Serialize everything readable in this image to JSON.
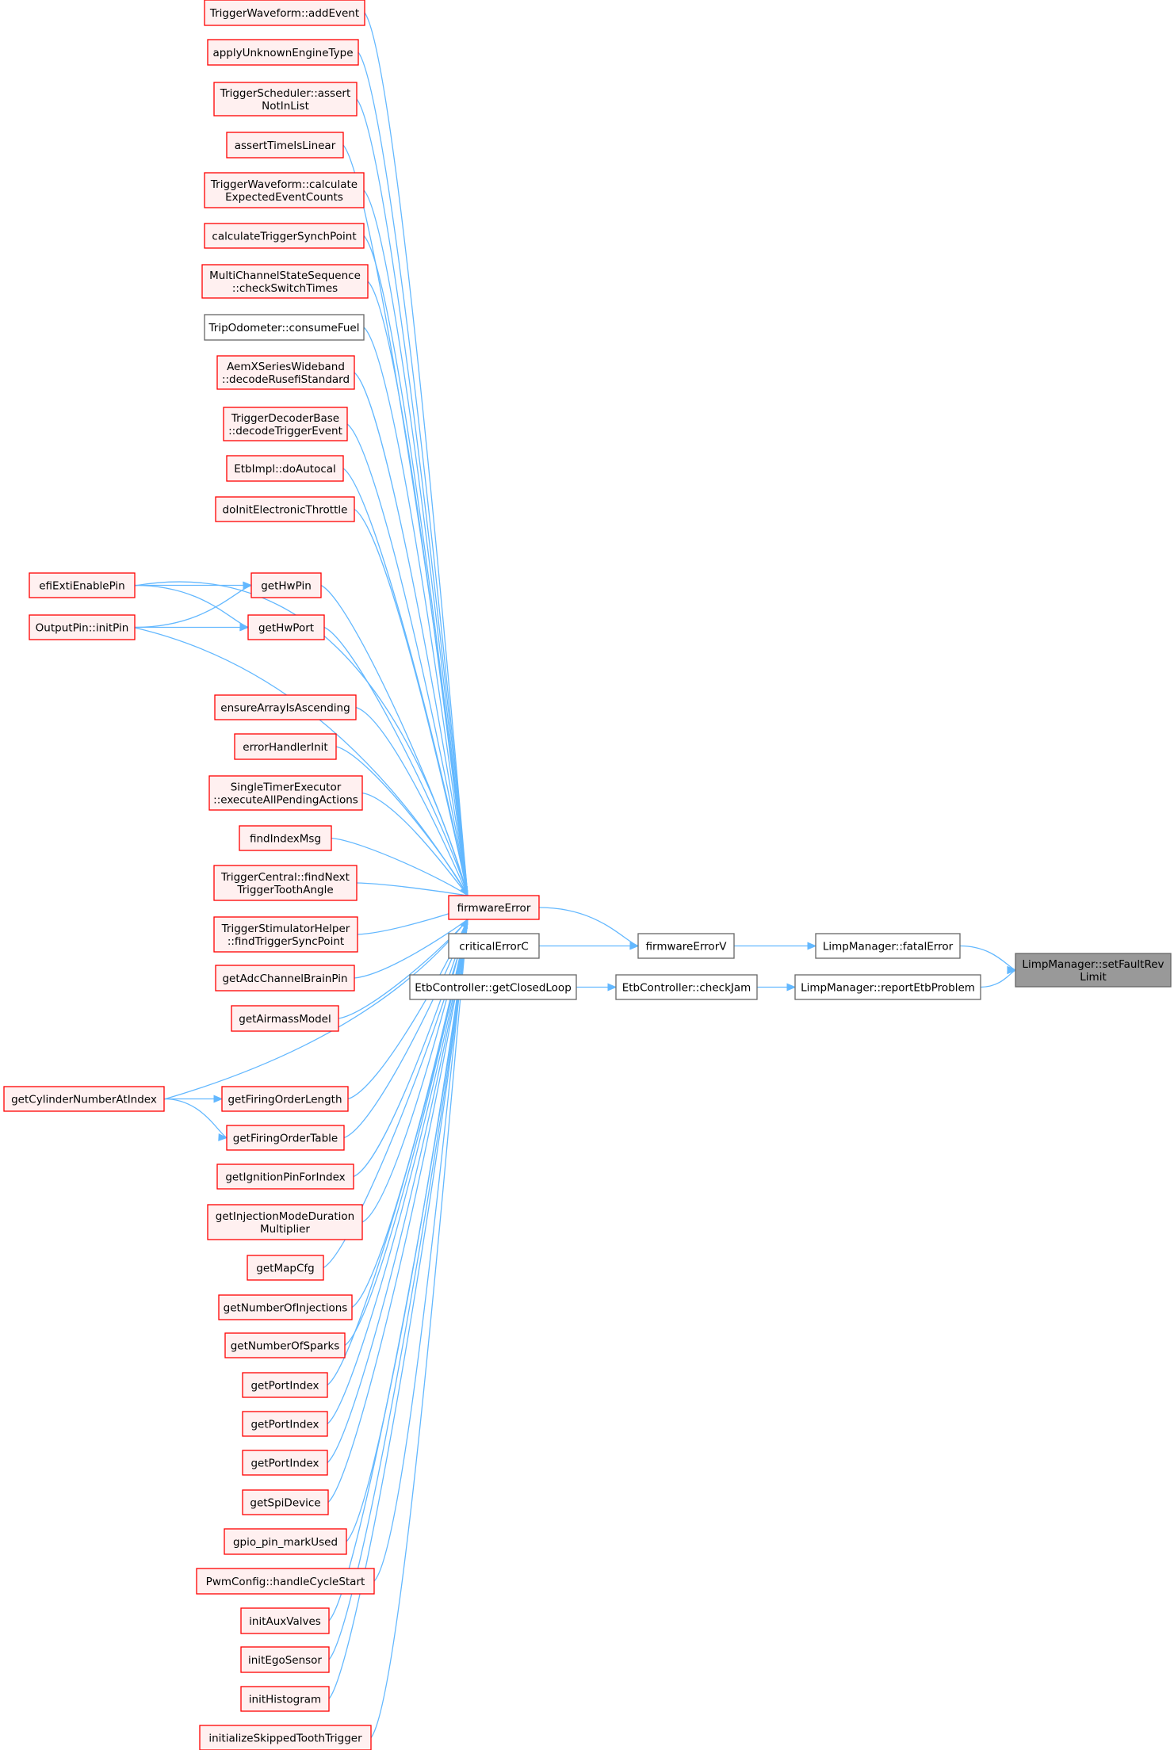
{
  "colors": {
    "edge": "#63b8ff",
    "red_fill": "#fff0f0",
    "red_border": "#ff0000",
    "gray_fill": "#ffffff",
    "gray_border": "#666666",
    "root_fill": "#999999",
    "root_border": "#666666"
  },
  "nodes": [
    {
      "id": "addEvent",
      "lines": [
        "TriggerWaveform::addEvent"
      ],
      "style": "red"
    },
    {
      "id": "applyUnknownEngineType",
      "lines": [
        "applyUnknownEngineType"
      ],
      "style": "red"
    },
    {
      "id": "assertNotInList",
      "lines": [
        "TriggerScheduler::assert",
        "NotInList"
      ],
      "style": "red"
    },
    {
      "id": "assertTimeIsLinear",
      "lines": [
        "assertTimeIsLinear"
      ],
      "style": "red"
    },
    {
      "id": "calculateExpectedEventCounts",
      "lines": [
        "TriggerWaveform::calculate",
        "ExpectedEventCounts"
      ],
      "style": "red"
    },
    {
      "id": "calculateTriggerSynchPoint",
      "lines": [
        "calculateTriggerSynchPoint"
      ],
      "style": "red"
    },
    {
      "id": "checkSwitchTimes",
      "lines": [
        "MultiChannelStateSequence",
        "::checkSwitchTimes"
      ],
      "style": "red"
    },
    {
      "id": "consumeFuel",
      "lines": [
        "TripOdometer::consumeFuel"
      ],
      "style": "gray"
    },
    {
      "id": "decodeRusefiStandard",
      "lines": [
        "AemXSeriesWideband",
        "::decodeRusefiStandard"
      ],
      "style": "red"
    },
    {
      "id": "decodeTriggerEvent",
      "lines": [
        "TriggerDecoderBase",
        "::decodeTriggerEvent"
      ],
      "style": "red"
    },
    {
      "id": "doAutocal",
      "lines": [
        "EtbImpl::doAutocal"
      ],
      "style": "red"
    },
    {
      "id": "doInitElectronicThrottle",
      "lines": [
        "doInitElectronicThrottle"
      ],
      "style": "red"
    },
    {
      "id": "efiExtiEnablePin",
      "lines": [
        "efiExtiEnablePin"
      ],
      "style": "red"
    },
    {
      "id": "getHwPin",
      "lines": [
        "getHwPin"
      ],
      "style": "red"
    },
    {
      "id": "initPin",
      "lines": [
        "OutputPin::initPin"
      ],
      "style": "red"
    },
    {
      "id": "getHwPort",
      "lines": [
        "getHwPort"
      ],
      "style": "red"
    },
    {
      "id": "ensureArrayIsAscending",
      "lines": [
        "ensureArrayIsAscending"
      ],
      "style": "red"
    },
    {
      "id": "errorHandlerInit",
      "lines": [
        "errorHandlerInit"
      ],
      "style": "red"
    },
    {
      "id": "executeAllPendingActions",
      "lines": [
        "SingleTimerExecutor",
        "::executeAllPendingActions"
      ],
      "style": "red"
    },
    {
      "id": "findIndexMsg",
      "lines": [
        "findIndexMsg"
      ],
      "style": "red"
    },
    {
      "id": "findNextTriggerToothAngle",
      "lines": [
        "TriggerCentral::findNext",
        "TriggerToothAngle"
      ],
      "style": "red"
    },
    {
      "id": "findTriggerSyncPoint",
      "lines": [
        "TriggerStimulatorHelper",
        "::findTriggerSyncPoint"
      ],
      "style": "red"
    },
    {
      "id": "getAdcChannelBrainPin",
      "lines": [
        "getAdcChannelBrainPin"
      ],
      "style": "red"
    },
    {
      "id": "getAirmassModel",
      "lines": [
        "getAirmassModel"
      ],
      "style": "red"
    },
    {
      "id": "getCylinderNumberAtIndex",
      "lines": [
        "getCylinderNumberAtIndex"
      ],
      "style": "red"
    },
    {
      "id": "getFiringOrderLength",
      "lines": [
        "getFiringOrderLength"
      ],
      "style": "red"
    },
    {
      "id": "getFiringOrderTable",
      "lines": [
        "getFiringOrderTable"
      ],
      "style": "red"
    },
    {
      "id": "getIgnitionPinForIndex",
      "lines": [
        "getIgnitionPinForIndex"
      ],
      "style": "red"
    },
    {
      "id": "getInjectionModeDurationMultiplier",
      "lines": [
        "getInjectionModeDuration",
        "Multiplier"
      ],
      "style": "red"
    },
    {
      "id": "getMapCfg",
      "lines": [
        "getMapCfg"
      ],
      "style": "red"
    },
    {
      "id": "getNumberOfInjections",
      "lines": [
        "getNumberOfInjections"
      ],
      "style": "red"
    },
    {
      "id": "getNumberOfSparks",
      "lines": [
        "getNumberOfSparks"
      ],
      "style": "red"
    },
    {
      "id": "getPortIndex1",
      "lines": [
        "getPortIndex"
      ],
      "style": "red"
    },
    {
      "id": "getPortIndex2",
      "lines": [
        "getPortIndex"
      ],
      "style": "red"
    },
    {
      "id": "getPortIndex3",
      "lines": [
        "getPortIndex"
      ],
      "style": "red"
    },
    {
      "id": "getSpiDevice",
      "lines": [
        "getSpiDevice"
      ],
      "style": "red"
    },
    {
      "id": "gpioPinMarkUsed",
      "lines": [
        "gpio_pin_markUsed"
      ],
      "style": "red"
    },
    {
      "id": "handleCycleStart",
      "lines": [
        "PwmConfig::handleCycleStart"
      ],
      "style": "red"
    },
    {
      "id": "initAuxValves",
      "lines": [
        "initAuxValves"
      ],
      "style": "red"
    },
    {
      "id": "initEgoSensor",
      "lines": [
        "initEgoSensor"
      ],
      "style": "red"
    },
    {
      "id": "initHistogram",
      "lines": [
        "initHistogram"
      ],
      "style": "red"
    },
    {
      "id": "initializeSkippedToothTrigger",
      "lines": [
        "initializeSkippedToothTrigger"
      ],
      "style": "red"
    },
    {
      "id": "firmwareError",
      "lines": [
        "firmwareError"
      ],
      "style": "red"
    },
    {
      "id": "criticalErrorC",
      "lines": [
        "criticalErrorC"
      ],
      "style": "gray"
    },
    {
      "id": "firmwareErrorV",
      "lines": [
        "firmwareErrorV"
      ],
      "style": "gray"
    },
    {
      "id": "getClosedLoop",
      "lines": [
        "EtbController::getClosedLoop"
      ],
      "style": "gray"
    },
    {
      "id": "checkJam",
      "lines": [
        "EtbController::checkJam"
      ],
      "style": "gray"
    },
    {
      "id": "fatalError",
      "lines": [
        "LimpManager::fatalError"
      ],
      "style": "gray"
    },
    {
      "id": "reportEtbProblem",
      "lines": [
        "LimpManager::reportEtbProblem"
      ],
      "style": "gray"
    },
    {
      "id": "setFaultRevLimit",
      "lines": [
        "LimpManager::setFaultRev",
        "Limit"
      ],
      "style": "root"
    }
  ],
  "edges": [
    {
      "from": "firmwareError",
      "to": "addEvent"
    },
    {
      "from": "firmwareError",
      "to": "applyUnknownEngineType"
    },
    {
      "from": "firmwareError",
      "to": "assertNotInList"
    },
    {
      "from": "firmwareError",
      "to": "assertTimeIsLinear"
    },
    {
      "from": "firmwareError",
      "to": "calculateExpectedEventCounts"
    },
    {
      "from": "firmwareError",
      "to": "calculateTriggerSynchPoint"
    },
    {
      "from": "firmwareError",
      "to": "checkSwitchTimes"
    },
    {
      "from": "firmwareError",
      "to": "consumeFuel"
    },
    {
      "from": "firmwareError",
      "to": "decodeRusefiStandard"
    },
    {
      "from": "firmwareError",
      "to": "decodeTriggerEvent"
    },
    {
      "from": "firmwareError",
      "to": "doAutocal"
    },
    {
      "from": "firmwareError",
      "to": "doInitElectronicThrottle"
    },
    {
      "from": "firmwareError",
      "to": "efiExtiEnablePin"
    },
    {
      "from": "firmwareError",
      "to": "getHwPin"
    },
    {
      "from": "firmwareError",
      "to": "getHwPort"
    },
    {
      "from": "firmwareError",
      "to": "initPin"
    },
    {
      "from": "getHwPin",
      "to": "efiExtiEnablePin"
    },
    {
      "from": "getHwPin",
      "to": "initPin"
    },
    {
      "from": "getHwPort",
      "to": "efiExtiEnablePin"
    },
    {
      "from": "getHwPort",
      "to": "initPin"
    },
    {
      "from": "firmwareError",
      "to": "ensureArrayIsAscending"
    },
    {
      "from": "firmwareError",
      "to": "errorHandlerInit"
    },
    {
      "from": "firmwareError",
      "to": "executeAllPendingActions"
    },
    {
      "from": "firmwareError",
      "to": "findIndexMsg"
    },
    {
      "from": "firmwareError",
      "to": "findNextTriggerToothAngle"
    },
    {
      "from": "firmwareError",
      "to": "findTriggerSyncPoint"
    },
    {
      "from": "firmwareError",
      "to": "getAdcChannelBrainPin"
    },
    {
      "from": "firmwareError",
      "to": "getAirmassModel"
    },
    {
      "from": "firmwareError",
      "to": "getCylinderNumberAtIndex"
    },
    {
      "from": "firmwareError",
      "to": "getFiringOrderLength"
    },
    {
      "from": "firmwareError",
      "to": "getFiringOrderTable"
    },
    {
      "from": "getFiringOrderLength",
      "to": "getCylinderNumberAtIndex"
    },
    {
      "from": "getFiringOrderTable",
      "to": "getCylinderNumberAtIndex"
    },
    {
      "from": "firmwareError",
      "to": "getIgnitionPinForIndex"
    },
    {
      "from": "firmwareError",
      "to": "getInjectionModeDurationMultiplier"
    },
    {
      "from": "firmwareError",
      "to": "getMapCfg"
    },
    {
      "from": "firmwareError",
      "to": "getNumberOfInjections"
    },
    {
      "from": "firmwareError",
      "to": "getNumberOfSparks"
    },
    {
      "from": "firmwareError",
      "to": "getPortIndex1"
    },
    {
      "from": "firmwareError",
      "to": "getPortIndex2"
    },
    {
      "from": "firmwareError",
      "to": "getPortIndex3"
    },
    {
      "from": "firmwareError",
      "to": "getSpiDevice"
    },
    {
      "from": "firmwareError",
      "to": "gpioPinMarkUsed"
    },
    {
      "from": "firmwareError",
      "to": "handleCycleStart"
    },
    {
      "from": "firmwareError",
      "to": "initAuxValves"
    },
    {
      "from": "firmwareError",
      "to": "initEgoSensor"
    },
    {
      "from": "firmwareError",
      "to": "initHistogram"
    },
    {
      "from": "firmwareError",
      "to": "initializeSkippedToothTrigger"
    },
    {
      "from": "firmwareErrorV",
      "to": "firmwareError"
    },
    {
      "from": "firmwareErrorV",
      "to": "criticalErrorC"
    },
    {
      "from": "fatalError",
      "to": "firmwareErrorV"
    },
    {
      "from": "checkJam",
      "to": "getClosedLoop"
    },
    {
      "from": "reportEtbProblem",
      "to": "checkJam"
    },
    {
      "from": "setFaultRevLimit",
      "to": "fatalError"
    },
    {
      "from": "setFaultRevLimit",
      "to": "reportEtbProblem"
    }
  ]
}
